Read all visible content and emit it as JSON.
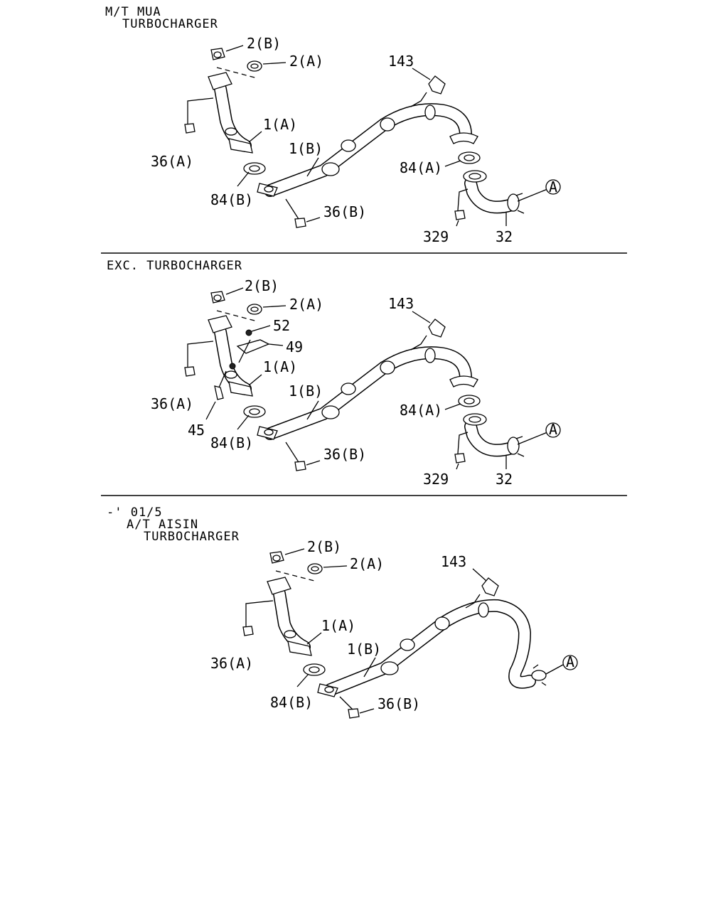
{
  "sections": [
    {
      "header": [
        "M/T MUA",
        "TURBOCHARGER"
      ],
      "labels": [
        "2(B)",
        "2(A)",
        "143",
        "1(A)",
        "1(B)",
        "36(A)",
        "84(A)",
        "84(B)",
        "A",
        "36(B)",
        "329",
        "32"
      ]
    },
    {
      "header": [
        "EXC. TURBOCHARGER"
      ],
      "labels": [
        "2(B)",
        "2(A)",
        "52",
        "49",
        "143",
        "1(A)",
        "1(B)",
        "36(A)",
        "84(A)",
        "45",
        "84(B)",
        "A",
        "36(B)",
        "329",
        "32"
      ]
    },
    {
      "header": [
        "-' 01/5",
        "A/T AISIN",
        "TURBOCHARGER"
      ],
      "labels": [
        "2(B)",
        "2(A)",
        "143",
        "1(A)",
        "1(B)",
        "36(A)",
        "A",
        "84(B)",
        "36(B)"
      ]
    }
  ]
}
